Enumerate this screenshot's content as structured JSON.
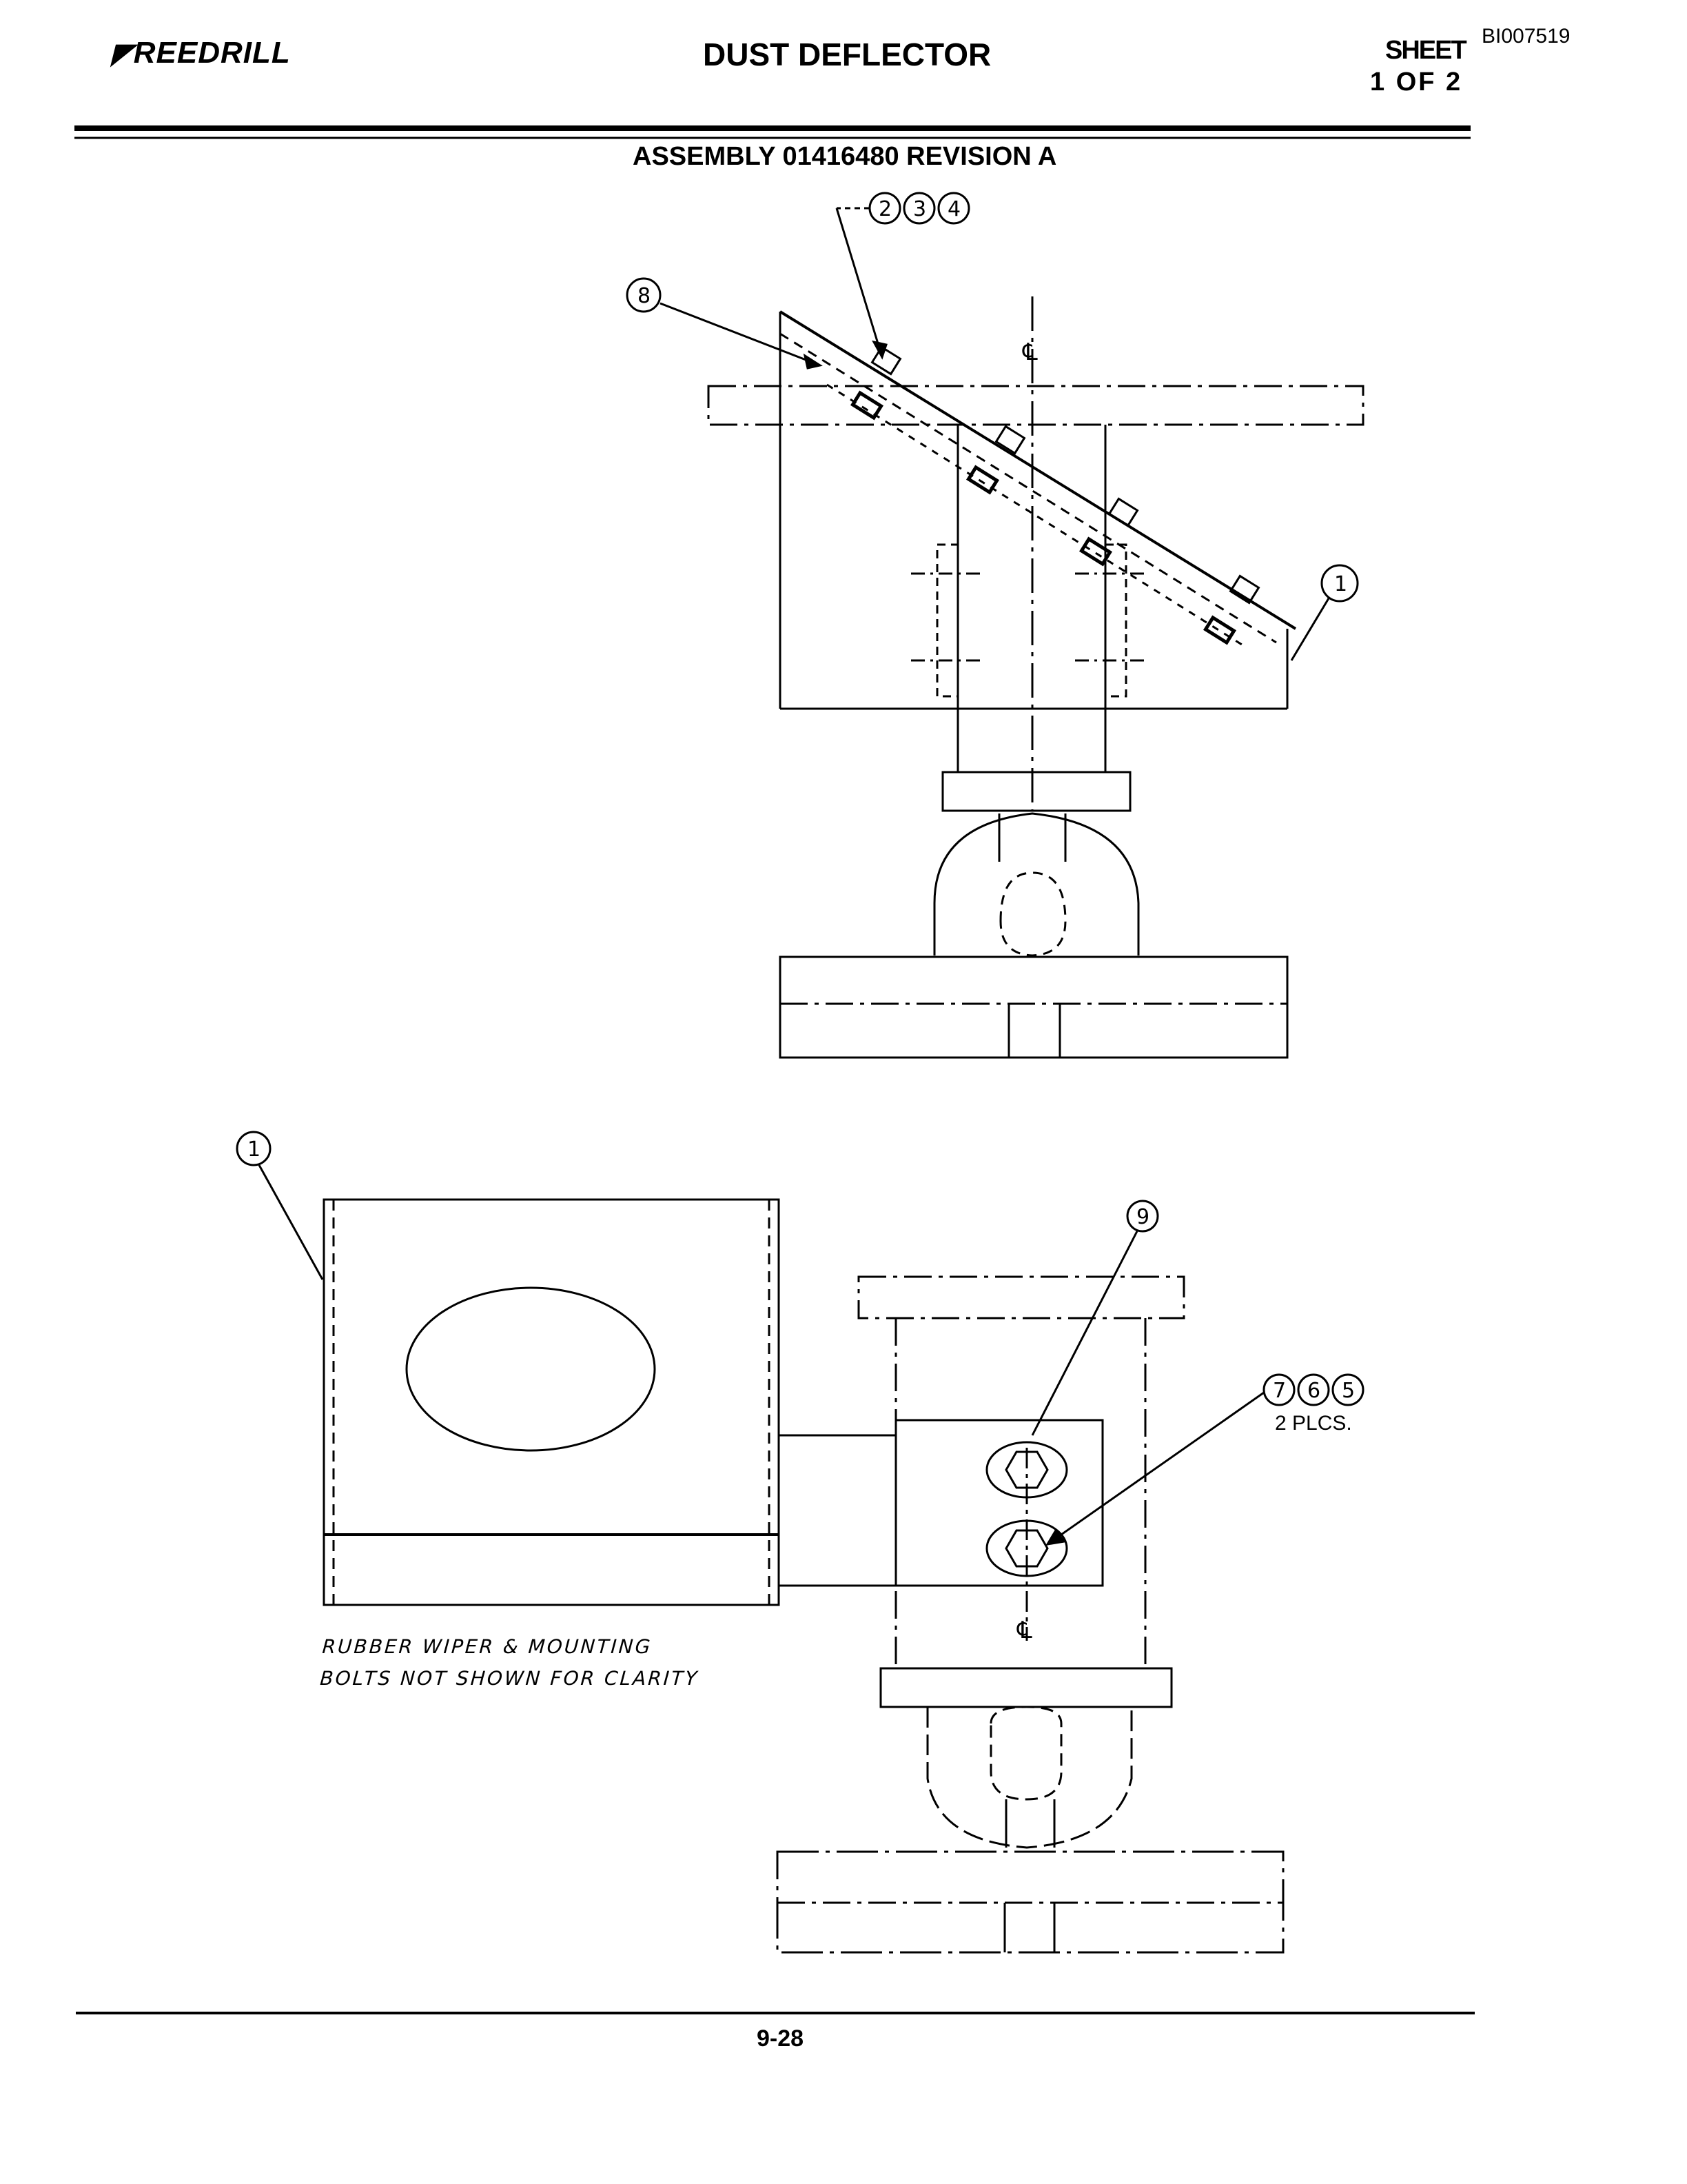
{
  "header": {
    "logo_text": "REEDRILL",
    "title": "DUST DEFLECTOR",
    "sheet_label": "SHEET",
    "sheet_number": "1 OF 2",
    "document_id": "BI007519"
  },
  "assembly_label": "ASSEMBLY 01416480 REVISION A",
  "centerline_symbol": "℄",
  "top_view_callouts": {
    "group_1": [
      "2",
      "3",
      "4"
    ],
    "item_8": "8",
    "item_1": "1"
  },
  "bottom_view_callouts": {
    "item_1": "1",
    "item_9": "9",
    "group_2": [
      "7",
      "6",
      "5"
    ],
    "group_2_qty": "2 PLCS."
  },
  "note_lines": [
    "RUBBER WIPER & MOUNTING",
    "BOLTS NOT SHOWN FOR CLARITY"
  ],
  "footer": {
    "page_number": "9-28"
  }
}
